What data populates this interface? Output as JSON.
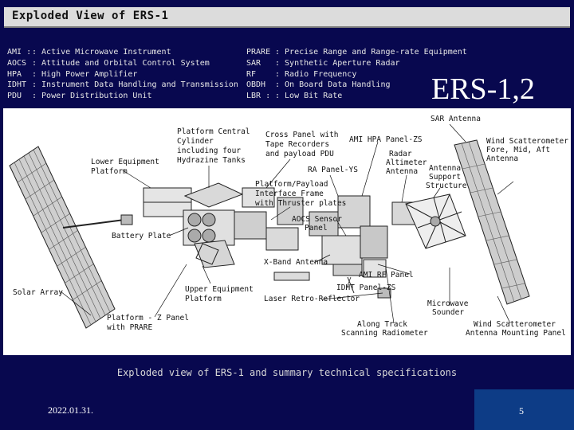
{
  "slide": {
    "title": "Exploded View of ERS-1",
    "big_title": "ERS-1,2",
    "caption": "Exploded view of ERS-1 and summary technical specifications",
    "date": "2022.01.31.",
    "page_number": "5"
  },
  "abbreviations_left": [
    {
      "key": "AMI :",
      "desc": ": Active Microwave Instrument"
    },
    {
      "key": "AOCS",
      "desc": ": Attitude and Orbital Control System"
    },
    {
      "key": "HPA",
      "desc": ": High Power Amplifier"
    },
    {
      "key": "IDHT",
      "desc": ": Instrument Data Handling and Transmission"
    },
    {
      "key": "PDU",
      "desc": ": Power Distribution Unit"
    }
  ],
  "abbreviations_right": [
    {
      "key": "PRARE",
      "desc": ": Precise Range and Range-rate Equipment"
    },
    {
      "key": "SAR",
      "desc": ": Synthetic Aperture Radar"
    },
    {
      "key": "RF",
      "desc": ": Radio Frequency"
    },
    {
      "key": "OBDH",
      "desc": ": On Board Data Handling"
    },
    {
      "key": "LBR :",
      "desc": ": Low Bit Rate"
    }
  ],
  "diagram_labels": {
    "sar_antenna": "SAR Antenna",
    "wind_scatterometer_1": "Wind Scatterometer",
    "wind_scatterometer_2": "Fore, Mid, Aft",
    "wind_scatterometer_3": "Antenna",
    "platform_central_1": "Platform Central",
    "platform_central_2": "Cylinder",
    "platform_central_3": "including four",
    "platform_central_4": "Hydrazine Tanks",
    "cross_panel_1": "Cross Panel with",
    "cross_panel_2": "Tape Recorders",
    "cross_panel_3": "and payload PDU",
    "ami_hpa": "AMI HPA Panel-ZS",
    "radar_alt_1": "Radar",
    "radar_alt_2": "Altimeter",
    "radar_alt_3": "Antenna",
    "antenna_support_1": "Antenna",
    "antenna_support_2": "Support",
    "antenna_support_3": "Structure",
    "lower_equipment_1": "Lower Equipment",
    "lower_equipment_2": "Platform",
    "ra_panel": "RA Panel-YS",
    "platform_payload_1": "Platform/Payload",
    "platform_payload_2": "Interface Frame",
    "platform_payload_3": "with Thruster plates",
    "aocs_sensor_1": "AOCS Sensor",
    "aocs_sensor_2": "Panel",
    "battery_plate": "Battery Plate",
    "x_band": "X-Band Antenna",
    "ami_rf": "AMI RF Panel",
    "solar_array": "Solar Array",
    "upper_equipment_1": "Upper Equipment",
    "upper_equipment_2": "Platform",
    "idht_panel": "IDHT Panel-ZS",
    "laser_retro": "Laser Retro-Reflector",
    "microwave_sounder_1": "Microwave",
    "microwave_sounder_2": "Sounder",
    "platform_z_1": "Platform - Z Panel",
    "platform_z_2": "with PRARE",
    "along_track_1": "Along Track",
    "along_track_2": "Scanning Radiometer",
    "wind_mount_1": "Wind Scatterometer",
    "wind_mount_2": "Antenna Mounting Panel"
  },
  "colors": {
    "background": "#08084f",
    "title_bar": "#dcdcdc",
    "page_box": "#0d3c86"
  }
}
